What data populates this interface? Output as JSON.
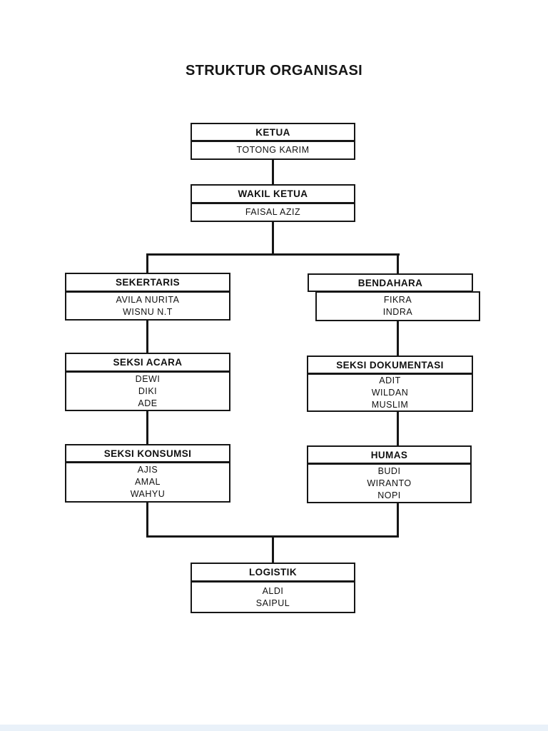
{
  "page": {
    "title": "STRUKTUR ORGANISASI",
    "background_color": "#ffffff",
    "line_color": "#161616",
    "text_color": "#161616",
    "bottom_strip_color": "#e9f1f9"
  },
  "boxes": {
    "ketua": {
      "title": "KETUA",
      "members": [
        "TOTONG KARIM"
      ]
    },
    "wakil_ketua": {
      "title": "WAKIL KETUA",
      "members": [
        "FAISAL AZIZ"
      ]
    },
    "sekertaris": {
      "title": "SEKERTARIS",
      "members": [
        "AVILA NURITA",
        "WISNU N.T"
      ]
    },
    "bendahara": {
      "title": "BENDAHARA",
      "members": [
        "FIKRA",
        "INDRA"
      ]
    },
    "seksi_acara": {
      "title": "SEKSI ACARA",
      "members": [
        "DEWI",
        "DIKI",
        "ADE"
      ]
    },
    "seksi_dokumentasi": {
      "title": "SEKSI DOKUMENTASI",
      "members": [
        "ADIT",
        "WILDAN",
        "MUSLIM"
      ]
    },
    "seksi_konsumsi": {
      "title": "SEKSI KONSUMSI",
      "members": [
        "AJIS",
        "AMAL",
        "WAHYU"
      ]
    },
    "humas": {
      "title": "HUMAS",
      "members": [
        "BUDI",
        "WIRANTO",
        "NOPI"
      ]
    },
    "logistik": {
      "title": "LOGISTIK",
      "members": [
        "ALDI",
        "SAIPUL"
      ]
    }
  }
}
